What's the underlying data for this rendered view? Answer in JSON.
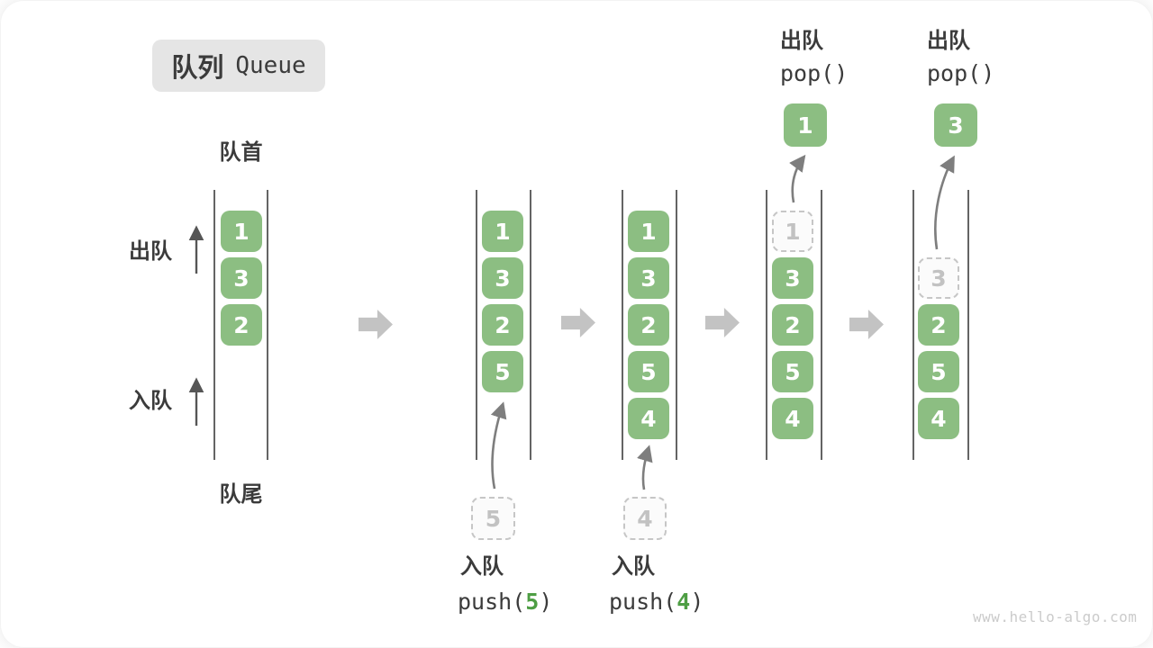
{
  "title": {
    "zh": "队列",
    "en": "Queue"
  },
  "labels": {
    "front": "队首",
    "rear": "队尾",
    "dequeue": "出队",
    "enqueue": "入队"
  },
  "queue_states": [
    {
      "cells": [
        "1",
        "3",
        "2"
      ]
    },
    {
      "cells": [
        "1",
        "3",
        "2",
        "5"
      ]
    },
    {
      "cells": [
        "1",
        "3",
        "2",
        "5",
        "4"
      ]
    },
    {
      "ghost": "1",
      "cells": [
        "3",
        "2",
        "5",
        "4"
      ]
    },
    {
      "ghost": "3",
      "cells": [
        "2",
        "5",
        "4"
      ]
    }
  ],
  "staged": [
    "5",
    "4"
  ],
  "popped": [
    "1",
    "3"
  ],
  "operations": {
    "push1": {
      "label": "入队",
      "pre": "push(",
      "arg": "5",
      "post": ")"
    },
    "push2": {
      "label": "入队",
      "pre": "push(",
      "arg": "4",
      "post": ")"
    },
    "pop1": {
      "label": "出队",
      "code": "pop()"
    },
    "pop2": {
      "label": "出队",
      "code": "pop()"
    }
  },
  "watermark": "www.hello-algo.com",
  "colors": {
    "element_green": "#8CBE82",
    "code_arg_green": "#4E9E44",
    "ghost_gray": "#C6C6C6",
    "block_arrow_gray": "#C3C3C3",
    "line_gray": "#646464",
    "text_dark": "#3B3B3B",
    "title_bg": "#E5E5E5"
  }
}
